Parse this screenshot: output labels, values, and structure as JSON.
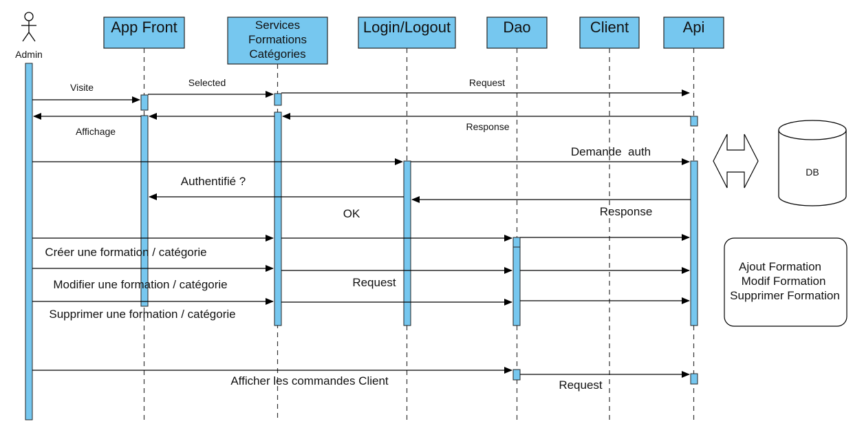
{
  "actor": {
    "label": "Admin"
  },
  "participants": [
    {
      "id": "appfront",
      "lines": [
        "App Front"
      ]
    },
    {
      "id": "services",
      "lines": [
        "Services",
        "Formations",
        "Catégories"
      ]
    },
    {
      "id": "login",
      "lines": [
        "Login/Logout"
      ]
    },
    {
      "id": "dao",
      "lines": [
        "Dao"
      ]
    },
    {
      "id": "client",
      "lines": [
        "Client"
      ]
    },
    {
      "id": "api",
      "lines": [
        "Api"
      ]
    }
  ],
  "messages": {
    "visite": "Visite",
    "selected": "Selected",
    "request_top": "Request",
    "affichage": "Affichage",
    "response_top": "Response",
    "demande_auth": "Demande  auth",
    "authentifie": "Authentifié ?",
    "ok": "OK",
    "response_auth": "Response",
    "creer": "Créer une formation / catégorie",
    "modifier": "Modifier une formation / catégorie",
    "request_mid": "Request",
    "supprimer": "Supprimer une formation / catégorie",
    "afficher": "Afficher les commandes Client",
    "request_bottom": "Request"
  },
  "db": {
    "label": "DB"
  },
  "note": {
    "lines": [
      "Ajout Formation",
      "Modif Formation",
      "Supprimer Formation"
    ]
  }
}
